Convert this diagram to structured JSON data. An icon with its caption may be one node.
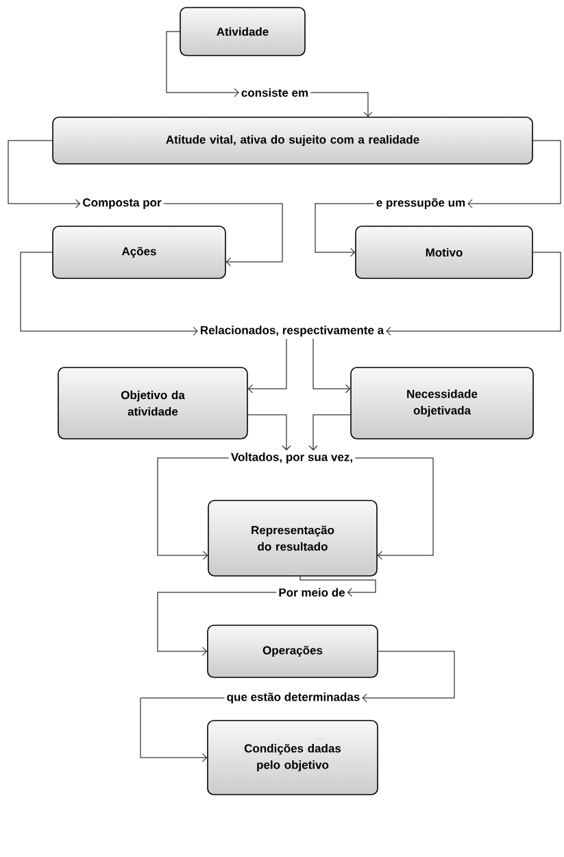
{
  "diagram": {
    "nodes": [
      {
        "text": [
          "Atividade"
        ]
      },
      {
        "text": [
          "consiste em"
        ]
      },
      {
        "text": [
          "Atitude vital, ativa do sujeito com a realidade"
        ]
      },
      {
        "text": [
          "Composta por"
        ]
      },
      {
        "text": [
          "e pressupõe um"
        ]
      },
      {
        "text": [
          "Ações"
        ]
      },
      {
        "text": [
          "Motivo"
        ]
      },
      {
        "text": [
          "Relacionados, respectivamente a"
        ]
      },
      {
        "text": [
          "Objetivo da atividade"
        ]
      },
      {
        "text": [
          "Necessidade objetivada"
        ]
      },
      {
        "text": [
          "Voltados, por sua vez,"
        ]
      },
      {
        "text": [
          "Representação do resultado"
        ]
      },
      {
        "text": [
          "Por meio de"
        ]
      },
      {
        "text": [
          "Operações"
        ]
      },
      {
        "text": [
          "que estão determinadas"
        ]
      },
      {
        "text": [
          "Condições dadas pelo objetivo"
        ]
      }
    ],
    "edges": [
      {
        "from": 0,
        "to": 1,
        "arrow": "to"
      },
      {
        "from": 1,
        "to": 2,
        "arrow": "to"
      },
      {
        "from": 2,
        "to": 3,
        "arrow": "to"
      },
      {
        "from": 2,
        "to": 4,
        "arrow": "to"
      },
      {
        "from": 3,
        "to": 5,
        "arrow": "to"
      },
      {
        "from": 4,
        "to": 6,
        "arrow": "to"
      },
      {
        "from": 5,
        "to": 7,
        "arrow": "to"
      },
      {
        "from": 6,
        "to": 7,
        "arrow": "to"
      },
      {
        "from": 7,
        "to": 8,
        "arrow": "to"
      },
      {
        "from": 7,
        "to": 9,
        "arrow": "to"
      },
      {
        "from": 8,
        "to": 10,
        "arrow": "to"
      },
      {
        "from": 9,
        "to": 10,
        "arrow": "to"
      },
      {
        "from": 10,
        "to": 11,
        "arrow": "to"
      },
      {
        "from": 10,
        "to": 11,
        "arrow": "to"
      },
      {
        "from": 11,
        "to": 12,
        "arrow": "to"
      },
      {
        "from": 12,
        "to": 13,
        "arrow": "to"
      },
      {
        "from": 13,
        "to": 14,
        "arrow": "to"
      },
      {
        "from": 14,
        "to": 15,
        "arrow": "to"
      }
    ]
  }
}
